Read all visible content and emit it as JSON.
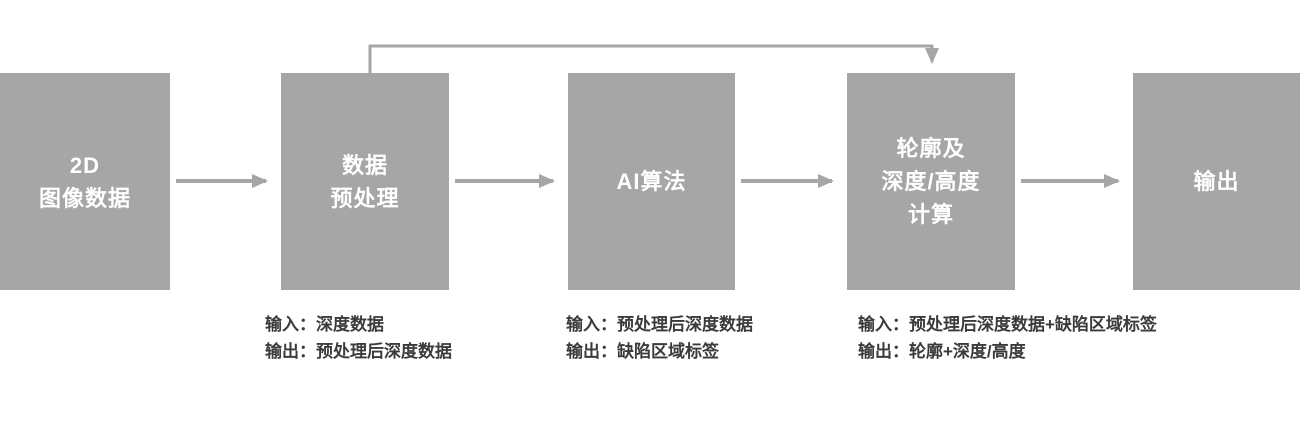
{
  "colors": {
    "box_fill": "#a6a6a6",
    "box_text": "#ffffff",
    "arrow": "#a6a6a6",
    "annotation_text": "#3b3b3b"
  },
  "nodes": [
    {
      "label": "2D\n图像数据"
    },
    {
      "label": "数据\n预处理"
    },
    {
      "label": "AI算法"
    },
    {
      "label": "轮廓及\n深度/高度\n计算"
    },
    {
      "label": "输出"
    }
  ],
  "annotations": [
    {
      "input": "输入：深度数据",
      "output": "输出：预处理后深度数据"
    },
    {
      "input": "输入：预处理后深度数据",
      "output": "输出：缺陷区域标签"
    },
    {
      "input": "输入：预处理后深度数据+缺陷区域标签",
      "output": "输出：轮廓+深度/高度"
    }
  ]
}
